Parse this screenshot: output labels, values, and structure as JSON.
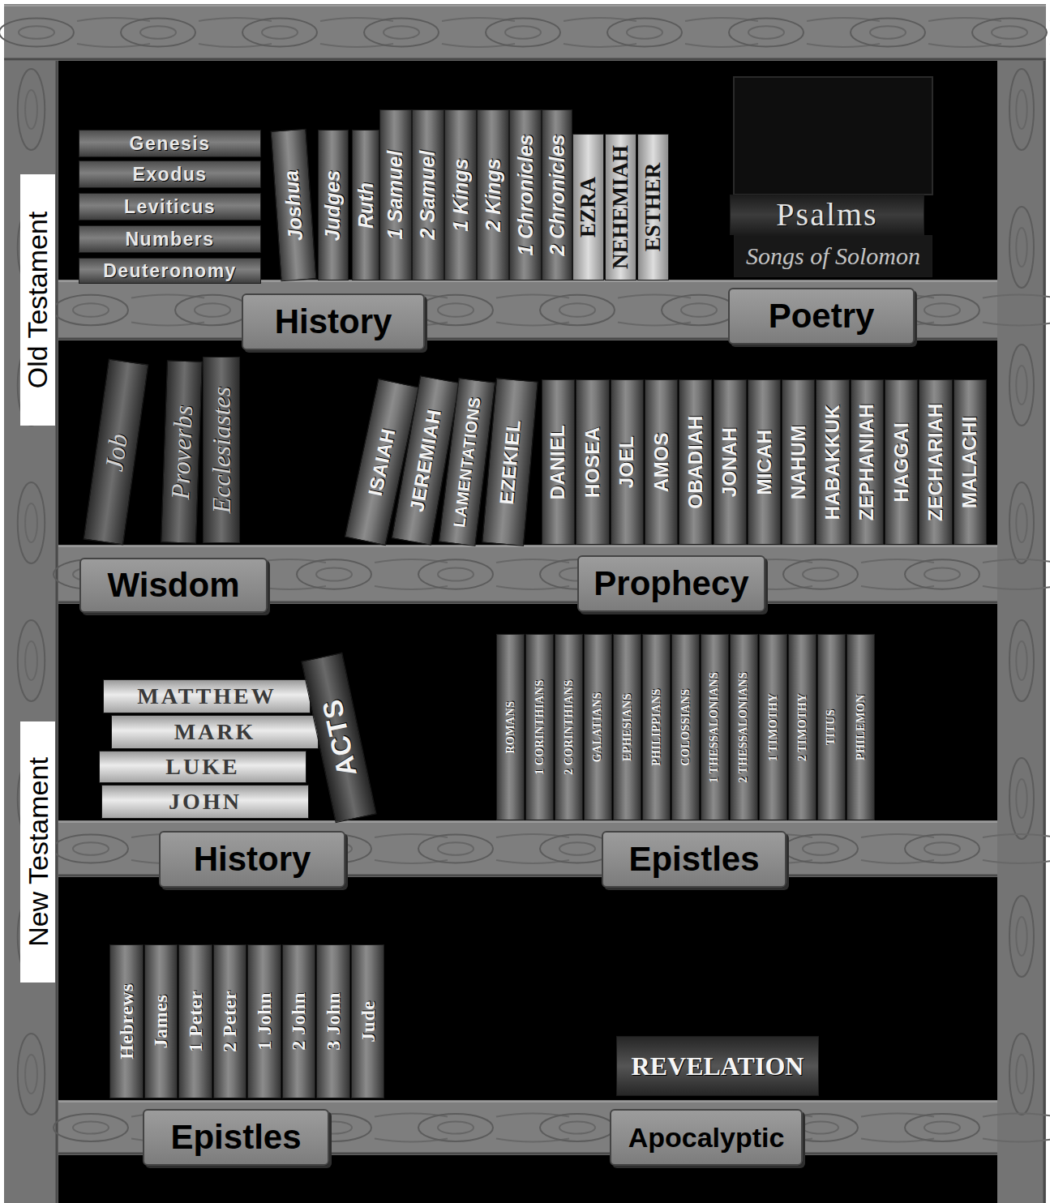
{
  "diagram": {
    "nodes": [
      {
        "text": [
          "Old Testament"
        ]
      },
      {
        "text": [
          "Genesis"
        ]
      },
      {
        "text": [
          "Exodus"
        ]
      },
      {
        "text": [
          "Leviticus"
        ]
      },
      {
        "text": [
          "Numbers"
        ]
      },
      {
        "text": [
          "Deuteronomy"
        ]
      },
      {
        "text": [
          "Joshua"
        ]
      },
      {
        "text": [
          "Judges"
        ]
      },
      {
        "text": [
          "Ruth"
        ]
      },
      {
        "text": [
          "1 Samuel"
        ]
      },
      {
        "text": [
          "2 Samuel"
        ]
      },
      {
        "text": [
          "1 Kings"
        ]
      },
      {
        "text": [
          "2 Kings"
        ]
      },
      {
        "text": [
          "1 Chronicles"
        ]
      },
      {
        "text": [
          "2 Chronicles"
        ]
      },
      {
        "text": [
          "EZRA"
        ]
      },
      {
        "text": [
          "NEHEMIAH"
        ]
      },
      {
        "text": [
          "ESTHER"
        ]
      },
      {
        "text": [
          "Psalms"
        ]
      },
      {
        "text": [
          "Songs of Solomon"
        ]
      },
      {
        "text": [
          "History"
        ]
      },
      {
        "text": [
          "Poetry"
        ]
      },
      {
        "text": [
          "Job"
        ]
      },
      {
        "text": [
          "Proverbs"
        ]
      },
      {
        "text": [
          "Ecclesiastes"
        ]
      },
      {
        "text": [
          "ISAIAH"
        ]
      },
      {
        "text": [
          "JEREMIAH"
        ]
      },
      {
        "text": [
          "LAMENTATIONS"
        ]
      },
      {
        "text": [
          "EZEKIEL"
        ]
      },
      {
        "text": [
          "DANIEL"
        ]
      },
      {
        "text": [
          "HOSEA"
        ]
      },
      {
        "text": [
          "JOEL"
        ]
      },
      {
        "text": [
          "AMOS"
        ]
      },
      {
        "text": [
          "OBADIAH"
        ]
      },
      {
        "text": [
          "JONAH"
        ]
      },
      {
        "text": [
          "MICAH"
        ]
      },
      {
        "text": [
          "NAHUM"
        ]
      },
      {
        "text": [
          "HABAKKUK"
        ]
      },
      {
        "text": [
          "ZEPHANIAH"
        ]
      },
      {
        "text": [
          "HAGGAI"
        ]
      },
      {
        "text": [
          "ZECHARIAH"
        ]
      },
      {
        "text": [
          "MALACHI"
        ]
      },
      {
        "text": [
          "Wisdom"
        ]
      },
      {
        "text": [
          "Prophecy"
        ]
      },
      {
        "text": [
          "New Testament"
        ]
      },
      {
        "text": [
          "MATTHEW"
        ]
      },
      {
        "text": [
          "MARK"
        ]
      },
      {
        "text": [
          "LUKE"
        ]
      },
      {
        "text": [
          "JOHN"
        ]
      },
      {
        "text": [
          "ACTS"
        ]
      },
      {
        "text": [
          "ROMANS"
        ]
      },
      {
        "text": [
          "1 CORINTHIANS"
        ]
      },
      {
        "text": [
          "2 CORINTHIANS"
        ]
      },
      {
        "text": [
          "GALATIANS"
        ]
      },
      {
        "text": [
          "EPHESIANS"
        ]
      },
      {
        "text": [
          "PHILIPPIANS"
        ]
      },
      {
        "text": [
          "COLOSSIANS"
        ]
      },
      {
        "text": [
          "1 THESSALONIANS"
        ]
      },
      {
        "text": [
          "2 THESSALONIANS"
        ]
      },
      {
        "text": [
          "1 TIMOTHY"
        ]
      },
      {
        "text": [
          "2 TIMOTHY"
        ]
      },
      {
        "text": [
          "TITUS"
        ]
      },
      {
        "text": [
          "PHILEMON"
        ]
      },
      {
        "text": [
          "History"
        ]
      },
      {
        "text": [
          "Epistles"
        ]
      },
      {
        "text": [
          "Hebrews"
        ]
      },
      {
        "text": [
          "James"
        ]
      },
      {
        "text": [
          "1 Peter"
        ]
      },
      {
        "text": [
          "2 Peter"
        ]
      },
      {
        "text": [
          "1 John"
        ]
      },
      {
        "text": [
          "2 John"
        ]
      },
      {
        "text": [
          "3 John"
        ]
      },
      {
        "text": [
          "Jude"
        ]
      },
      {
        "text": [
          "REVELATION"
        ]
      },
      {
        "text": [
          "Epistles"
        ]
      },
      {
        "text": [
          "Apocalyptic"
        ]
      }
    ]
  }
}
